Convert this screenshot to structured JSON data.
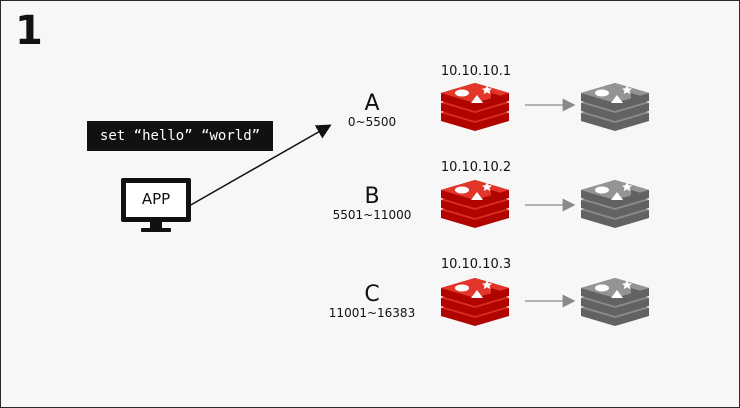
{
  "step_number": "1",
  "command": "set “hello” “world”",
  "app": {
    "label": "APP",
    "icon": "monitor-icon"
  },
  "nodes": [
    {
      "letter": "A",
      "range": "0~5500",
      "ip": "10.10.10.1"
    },
    {
      "letter": "B",
      "range": "5501~11000",
      "ip": "10.10.10.2"
    },
    {
      "letter": "C",
      "range": "11001~16383",
      "ip": "10.10.10.3"
    }
  ],
  "icons": {
    "master": "redis-master-icon",
    "replica": "redis-replica-icon"
  },
  "colors": {
    "master_red": "#d82c20",
    "replica_gray": "#8a8a8a",
    "command_bg": "#111111"
  }
}
